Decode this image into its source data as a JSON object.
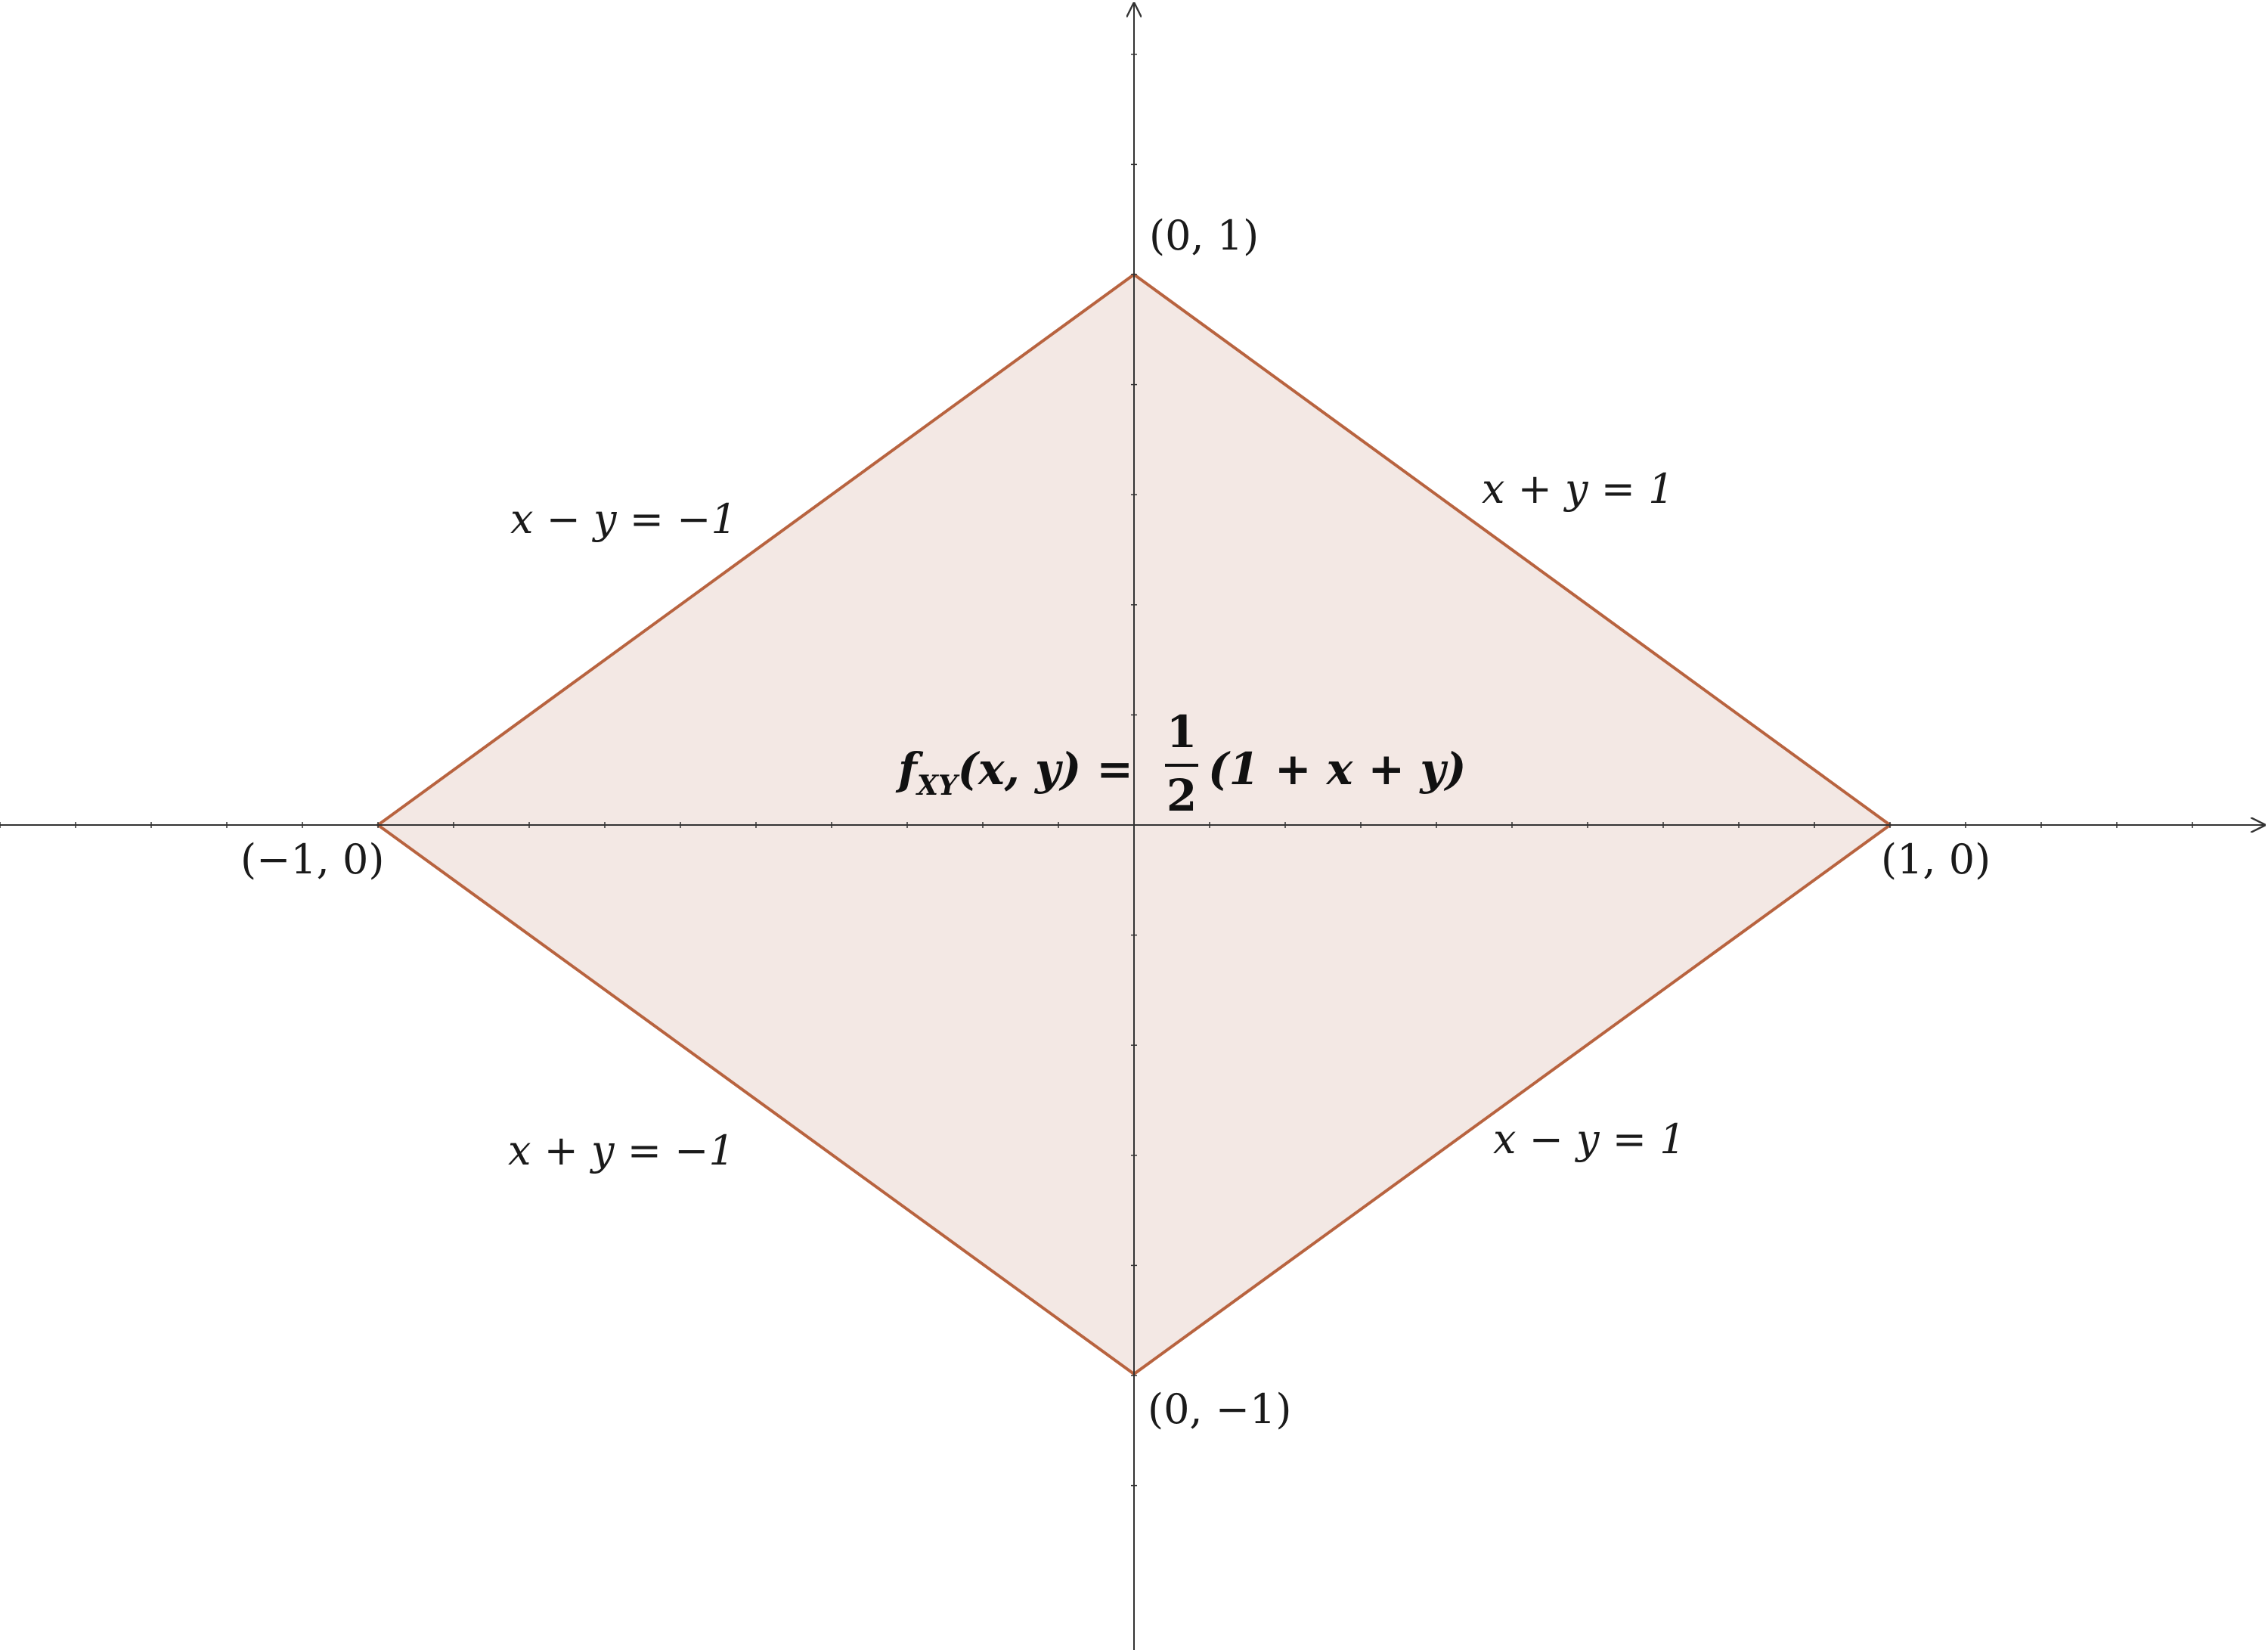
{
  "colors": {
    "region_fill": "#f3e8e4",
    "region_stroke": "#b8633f",
    "axis": "#333333",
    "text": "#1a1a1a"
  },
  "vertices": [
    {
      "x": 0,
      "y": 1,
      "label": "(0, 1)"
    },
    {
      "x": 1,
      "y": 0,
      "label": "(1, 0)"
    },
    {
      "x": 0,
      "y": -1,
      "label": "(0, −1)"
    },
    {
      "x": -1,
      "y": 0,
      "label": "(−1, 0)"
    }
  ],
  "edges": [
    {
      "equation": "x + y = 1"
    },
    {
      "equation": "x − y = 1"
    },
    {
      "equation": "x + y = −1"
    },
    {
      "equation": "x − y = −1"
    }
  ],
  "density": {
    "lhs": "f",
    "subscript": "XY",
    "args": "(x, y) = ",
    "numerator": "1",
    "denominator": "2",
    "rhs": "(1 + x + y)"
  },
  "axes": {
    "x_range": [
      -1.5,
      1.5
    ],
    "y_range": [
      -1.5,
      1.5
    ],
    "arrows": true,
    "grid": false
  }
}
